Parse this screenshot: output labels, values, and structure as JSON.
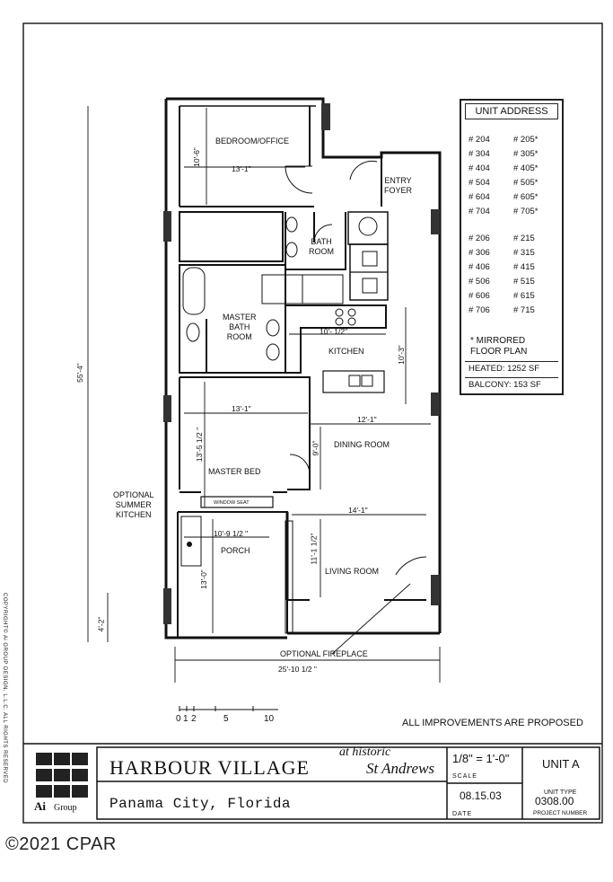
{
  "rooms": {
    "bedroom": "BEDROOM/OFFICE",
    "entry": "ENTRY\nFOYER",
    "bath": "BATH\nROOM",
    "master_bath": "MASTER\nBATH\nROOM",
    "kitchen": "KITCHEN",
    "dining": "DINING ROOM",
    "master_bed": "MASTER BED",
    "window_seat": "WINDOW SEAT",
    "optional_summer_kitchen": "OPTIONAL\nSUMMER\nKITCHEN",
    "porch": "PORCH",
    "living": "LIVING ROOM",
    "optional_fireplace": "OPTIONAL FIREPLACE"
  },
  "dimensions": {
    "bed_h": "10'-6\"",
    "bed_w": "13'-1\"",
    "kitchen_w": "10'- 1/2\"",
    "kitchen_h": "10'-3\"",
    "master_w": "13'-1\"",
    "dining_w": "12'-1\"",
    "master_h": "13'-5 1/2 \"",
    "dining_h": "9'-0\"",
    "living_w": "14'-1\"",
    "porch_w": "10'-9 1/2 \"",
    "living_h": "11'-1 1/2\"",
    "porch_h": "13'-0\"",
    "total_h": "55'-4\"",
    "balcony_h": "4'-2\"",
    "total_w": "25'-10 1/2 \""
  },
  "scale_bar": {
    "labels": [
      "0",
      "1",
      "2",
      "5",
      "10"
    ]
  },
  "unit_address": {
    "title": "UNIT ADDRESS",
    "group1": [
      [
        "# 204",
        "# 205*"
      ],
      [
        "# 304",
        "# 305*"
      ],
      [
        "# 404",
        "# 405*"
      ],
      [
        "# 504",
        "# 505*"
      ],
      [
        "# 604",
        "# 605*"
      ],
      [
        "# 704",
        "# 705*"
      ]
    ],
    "group2": [
      [
        "# 206",
        "# 215"
      ],
      [
        "# 306",
        "# 315"
      ],
      [
        "# 406",
        "# 415"
      ],
      [
        "# 506",
        "# 515"
      ],
      [
        "# 606",
        "# 615"
      ],
      [
        "# 706",
        "# 715"
      ]
    ],
    "mirrored": "* MIRRORED\nFLOOR PLAN",
    "heated": "HEATED:  1252 SF",
    "balcony": "BALCONY: 153 SF"
  },
  "note": "ALL IMPROVEMENTS ARE PROPOSED",
  "title_block": {
    "logo": "Ai",
    "logo_group": "Group",
    "project": "HARBOUR  VILLAGE",
    "at_historic": "at historic",
    "st_andrews": "St Andrews",
    "location": "Panama City, Florida",
    "scale": "1/8\" = 1'-0\"",
    "scale_label": "SCALE",
    "date": "08.15.03",
    "date_label": "DATE",
    "unit": "UNIT A",
    "unit_type_label": "UNIT TYPE",
    "project_number": "0308.00",
    "project_number_label": "PROJECT NUMBER"
  },
  "side_copyright": "COPYRIGHT© Ai GROUP DESIGN, L.L.C.  ALL RIGHTS RESERVED",
  "watermark": "©2021 CPAR"
}
